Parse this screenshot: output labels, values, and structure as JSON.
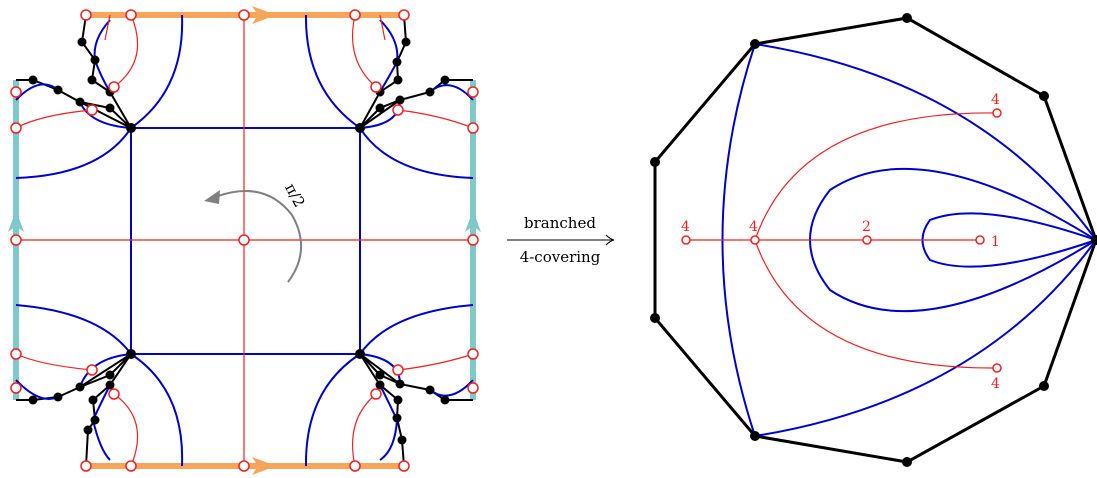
{
  "colors": {
    "blue": "#0000cc",
    "red": "#ee2222",
    "black": "#000000",
    "orange": "#f5a65b",
    "teal": "#7fc9c9",
    "gray": "#808080"
  },
  "rotation_label": "π/2",
  "map_top_label": "branched",
  "map_bottom_label": "4-covering",
  "right_labels": {
    "top": "4",
    "left": "4",
    "center_left": "4",
    "center": "2",
    "inner": "1",
    "bottom": "4"
  }
}
